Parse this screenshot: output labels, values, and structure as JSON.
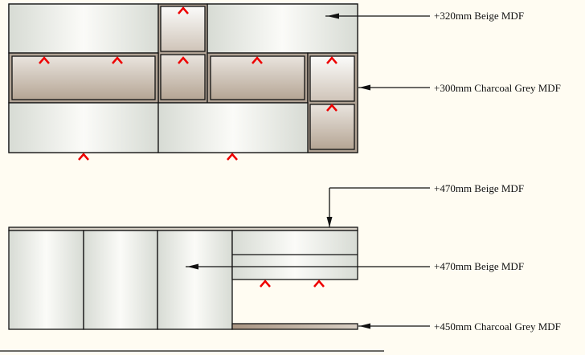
{
  "drawing": {
    "upper_unit_labels": [
      "+320mm Beige MDF",
      "+300mm Charcoal Grey MDF"
    ],
    "lower_unit_labels": [
      "+470mm Beige MDF",
      "+470mm Beige MDF",
      "+450mm Charcoal Grey MDF"
    ]
  },
  "colors": {
    "background": "#fffcf2",
    "beige_panel": "#f4f5f1",
    "charcoal_frame": "#a89a8c",
    "handle_marker": "#ee0000"
  }
}
